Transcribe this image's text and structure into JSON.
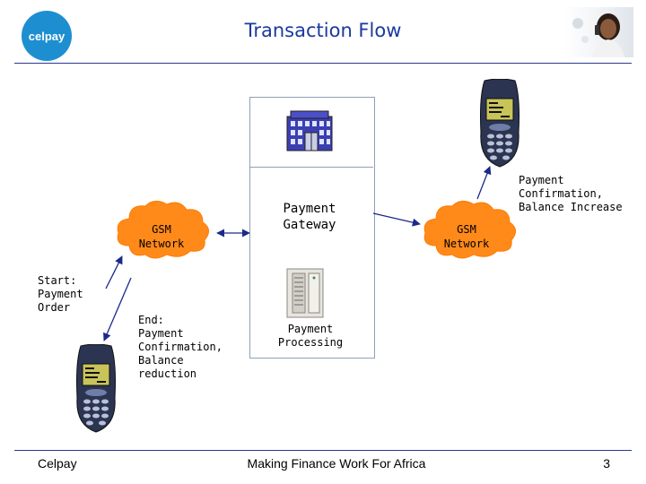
{
  "header": {
    "logo_text": "celpay",
    "title": "Transaction Flow"
  },
  "diagram": {
    "gsm_left": "GSM\nNetwork",
    "gsm_right": "GSM\nNetwork",
    "gateway": "Payment\nGateway",
    "processing": "Payment\nProcessing",
    "start": "Start:\nPayment\nOrder",
    "end": "End:\nPayment\nConfirmation,\nBalance\nreduction",
    "confirm_right": "Payment\nConfirmation,\nBalance Increase"
  },
  "footer": {
    "left": "Celpay",
    "center": "Making Finance Work For Africa",
    "page": "3"
  },
  "colors": {
    "title": "#1a3a9c",
    "cloud": "#ff8a1a",
    "logo": "#1d8fd1",
    "rule": "#2a3b8f",
    "arrow": "#1a2a8a"
  }
}
